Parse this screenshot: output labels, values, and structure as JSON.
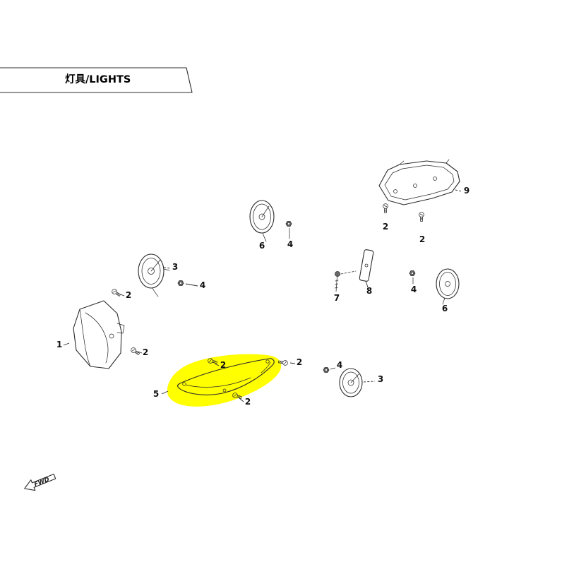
{
  "page": {
    "title": "灯具/LIGHTS",
    "fwd_label": "FWD"
  },
  "colors": {
    "highlight": "#ffff00"
  },
  "callouts": [
    {
      "label": "3",
      "part": "position-lamp-left"
    },
    {
      "label": "2",
      "part": "screw-position-lamp-left"
    },
    {
      "label": "4",
      "part": "nut-position-lamp-left"
    },
    {
      "label": "1",
      "part": "headlight"
    },
    {
      "label": "2",
      "part": "screw-headlight"
    },
    {
      "label": "6",
      "part": "round-lamp-top"
    },
    {
      "label": "4",
      "part": "nut-round-lamp-top"
    },
    {
      "label": "9",
      "part": "taillight"
    },
    {
      "label": "2",
      "part": "screw-taillight-left"
    },
    {
      "label": "2",
      "part": "screw-taillight-right"
    },
    {
      "label": "7",
      "part": "bolt-reflector"
    },
    {
      "label": "8",
      "part": "reflector"
    },
    {
      "label": "4",
      "part": "nut-round-lamp-right"
    },
    {
      "label": "6",
      "part": "round-lamp-right"
    },
    {
      "label": "2",
      "part": "screw-side-marker-top"
    },
    {
      "label": "2",
      "part": "screw-side-marker-right"
    },
    {
      "label": "4",
      "part": "nut-position-lamp-right"
    },
    {
      "label": "3",
      "part": "position-lamp-right"
    },
    {
      "label": "5",
      "part": "side-marker-highlighted"
    },
    {
      "label": "2",
      "part": "screw-side-marker-bottom"
    }
  ]
}
